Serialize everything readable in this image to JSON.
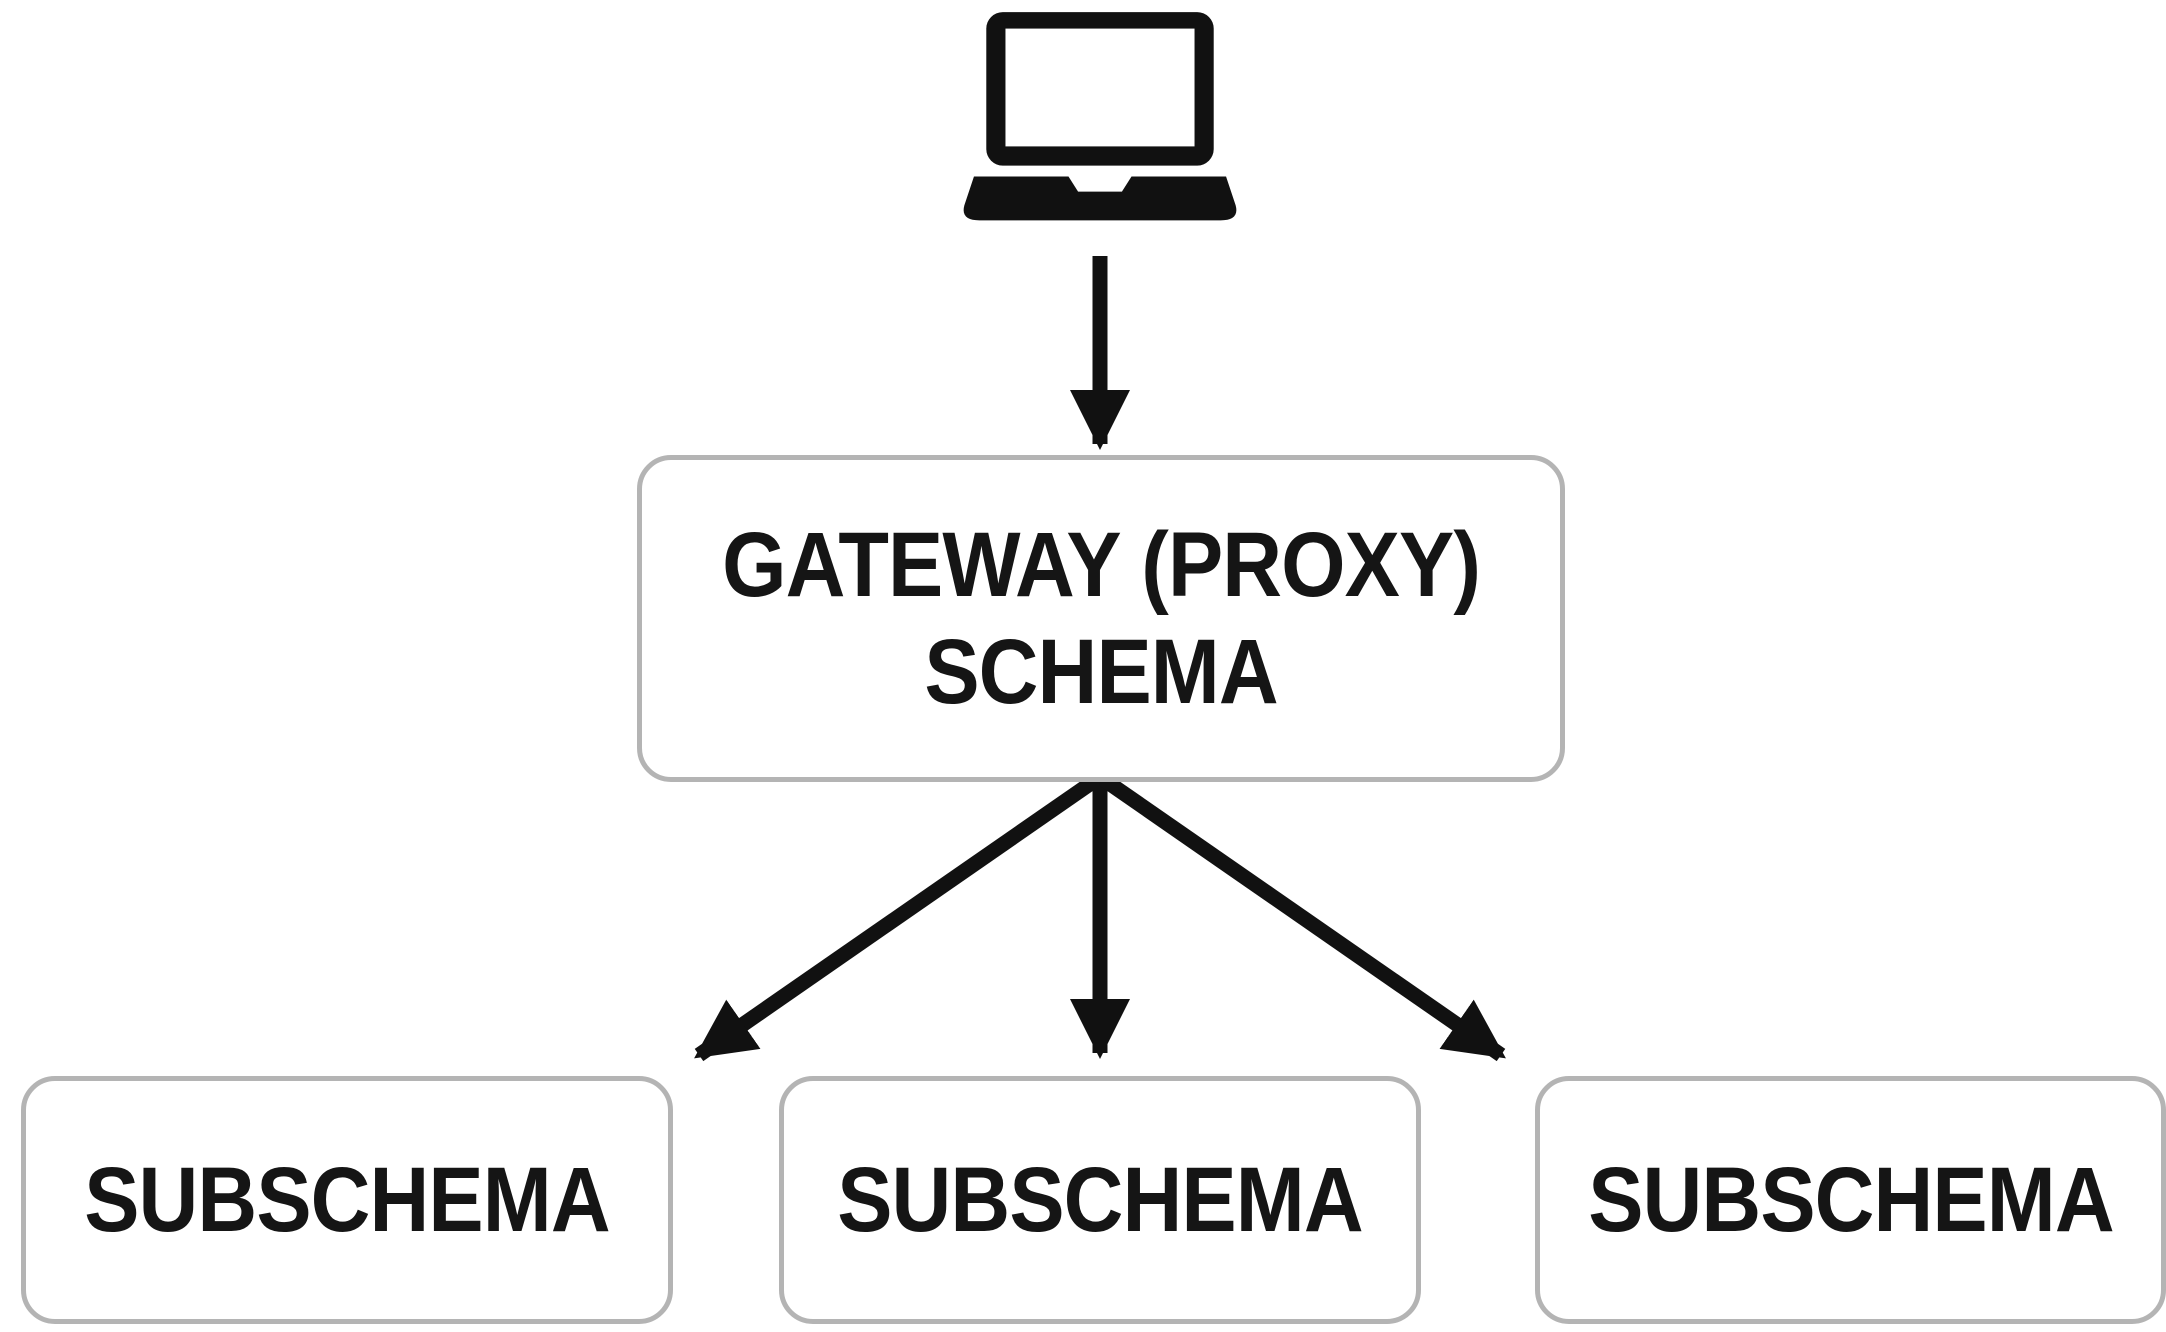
{
  "diagram": {
    "client": {
      "icon": "laptop-icon"
    },
    "gateway": {
      "line1": "GATEWAY (PROXY)",
      "line2": "SCHEMA"
    },
    "subschemas": [
      {
        "label": "SUBSCHEMA"
      },
      {
        "label": "SUBSCHEMA"
      },
      {
        "label": "SUBSCHEMA"
      }
    ],
    "edges": [
      {
        "from": "client",
        "to": "gateway"
      },
      {
        "from": "gateway",
        "to": "subschema-1"
      },
      {
        "from": "gateway",
        "to": "subschema-2"
      },
      {
        "from": "gateway",
        "to": "subschema-3"
      }
    ],
    "colors": {
      "ink": "#111111",
      "box_border": "#b4b4b4",
      "box_fill": "#ffffff",
      "text": "#151515"
    }
  }
}
